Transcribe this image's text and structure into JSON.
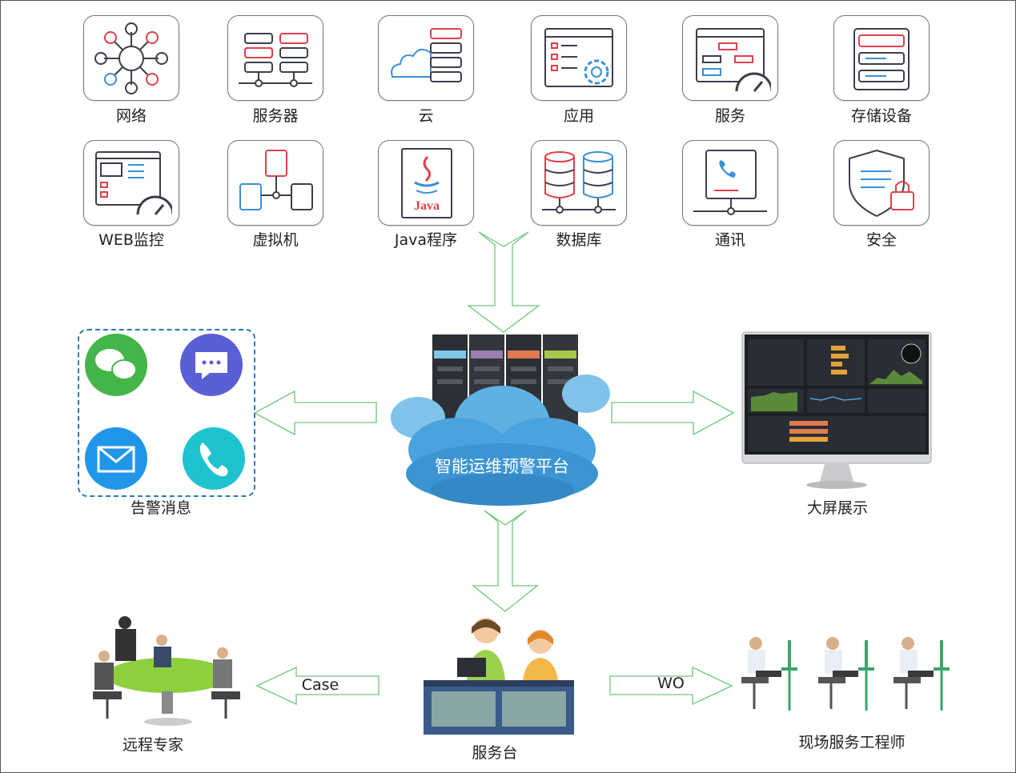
{
  "sources": [
    {
      "label": "网络",
      "icon": "network-icon"
    },
    {
      "label": "服务器",
      "icon": "server-icon"
    },
    {
      "label": "云",
      "icon": "cloud-icon"
    },
    {
      "label": "应用",
      "icon": "application-icon"
    },
    {
      "label": "服务",
      "icon": "service-icon"
    },
    {
      "label": "存储设备",
      "icon": "storage-icon"
    },
    {
      "label": "WEB监控",
      "icon": "web-monitor-icon"
    },
    {
      "label": "虚拟机",
      "icon": "virtual-machine-icon"
    },
    {
      "label": "Java程序",
      "icon": "java-icon"
    },
    {
      "label": "数据库",
      "icon": "database-icon"
    },
    {
      "label": "通讯",
      "icon": "communication-icon"
    },
    {
      "label": "安全",
      "icon": "security-icon"
    }
  ],
  "platform": {
    "label": "智能运维预警平台"
  },
  "alerts": {
    "label": "告警消息",
    "icons": [
      "wechat-icon",
      "message-icon",
      "email-icon",
      "phone-icon"
    ]
  },
  "display": {
    "label": "大屏展示"
  },
  "service_desk": {
    "label": "服务台"
  },
  "experts": {
    "label": "远程专家"
  },
  "engineers": {
    "label": "现场服务工程师"
  },
  "flows": {
    "case_label": "Case",
    "wo_label": "WO"
  },
  "colors": {
    "accent_red": "#e0404a",
    "accent_blue": "#3a8fd8",
    "arrow_green": "#6cc77a",
    "cloud_blue": "#4aa3dc"
  }
}
